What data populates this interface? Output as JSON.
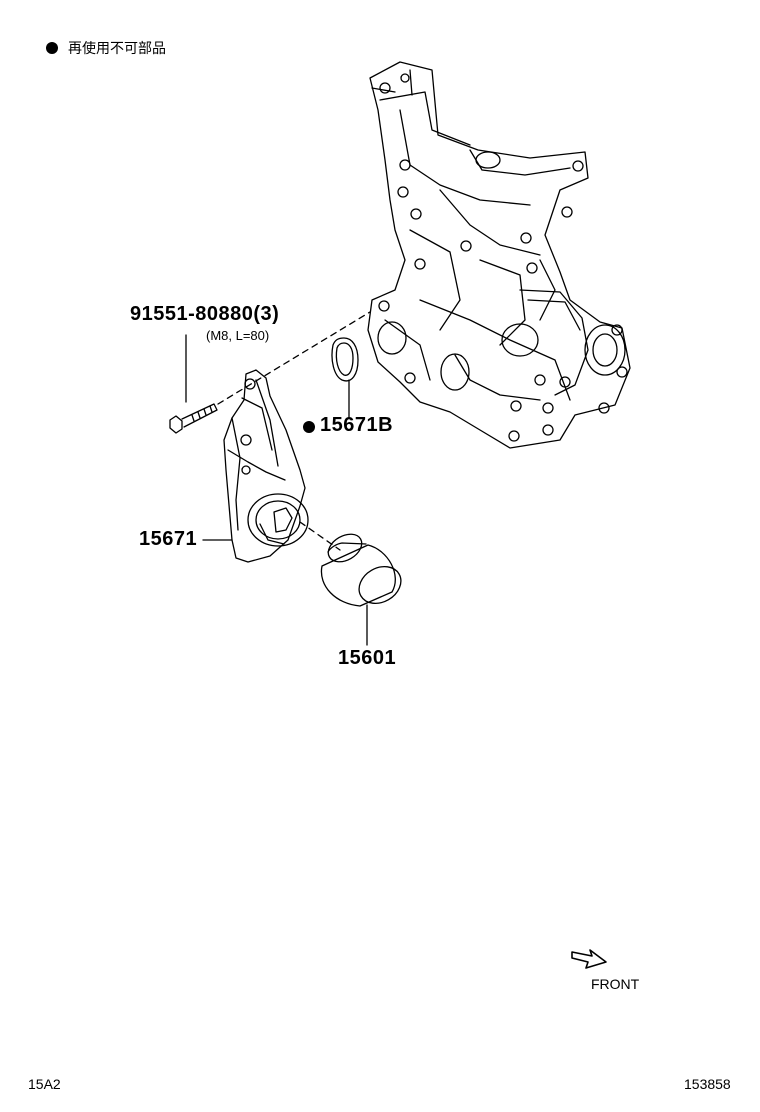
{
  "legend": {
    "text": "再使用不可部品"
  },
  "parts": {
    "bolt": {
      "number": "91551-80880(3)",
      "spec": "(M8, L=80)"
    },
    "gasket": {
      "number": "15671B"
    },
    "housing": {
      "number": "15671"
    },
    "filter": {
      "number": "15601"
    }
  },
  "front_label": "FRONT",
  "footer": {
    "left": "15A2",
    "right": "153858"
  }
}
